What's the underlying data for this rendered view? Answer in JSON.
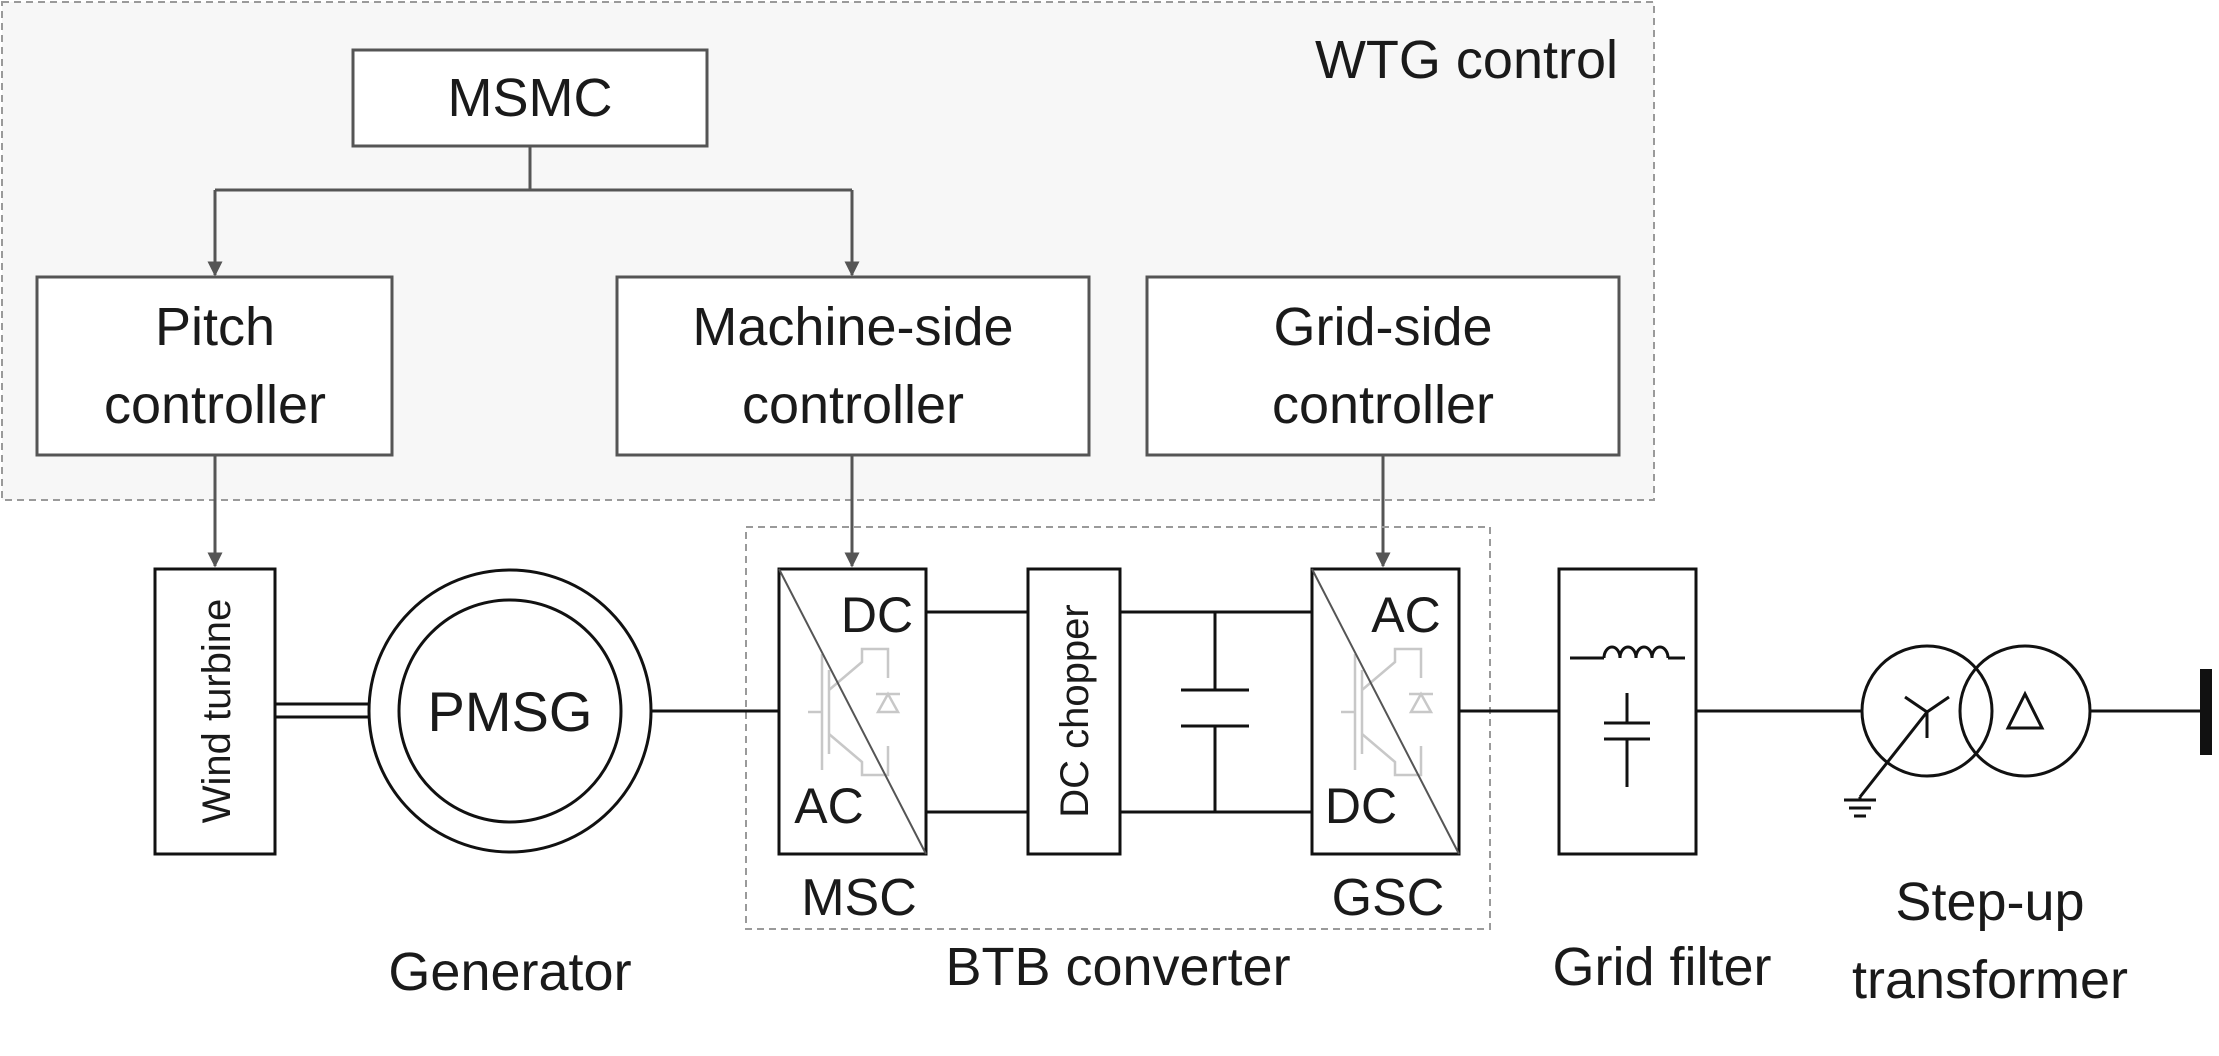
{
  "control_region": {
    "title": "WTG control"
  },
  "controllers": {
    "msmc": {
      "label": "MSMC"
    },
    "pitch": {
      "line1": "Pitch",
      "line2": "controller"
    },
    "machine_side": {
      "line1": "Machine-side",
      "line2": "controller"
    },
    "grid_side": {
      "line1": "Grid-side",
      "line2": "controller"
    }
  },
  "components": {
    "wind_turbine": {
      "label": "Wind turbine"
    },
    "generator": {
      "inner_label": "PMSG",
      "caption": "Generator"
    },
    "msc": {
      "top": "DC",
      "bottom": "AC",
      "caption": "MSC"
    },
    "dc_chopper": {
      "label": "DC chopper"
    },
    "gsc": {
      "top": "AC",
      "bottom": "DC",
      "caption": "GSC"
    },
    "btb": {
      "caption": "BTB converter"
    },
    "grid_filter": {
      "caption": "Grid filter"
    },
    "transformer": {
      "line1": "Step-up",
      "line2": "transformer"
    }
  },
  "colors": {
    "region_fill": "#f7f7f7",
    "region_border": "#9a9a9a",
    "controller_border": "#555555",
    "arrow": "#555555",
    "power_path": "#111111",
    "switch_symbol": "#c8c8c8"
  }
}
